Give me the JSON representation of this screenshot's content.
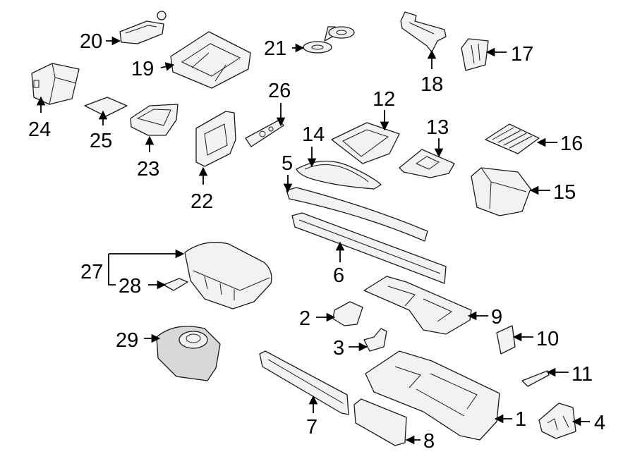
{
  "diagram": {
    "callouts": [
      "1",
      "2",
      "3",
      "4",
      "5",
      "6",
      "7",
      "8",
      "9",
      "10",
      "11",
      "12",
      "13",
      "14",
      "15",
      "16",
      "17",
      "18",
      "19",
      "20",
      "21",
      "22",
      "23",
      "24",
      "25",
      "26",
      "27",
      "28",
      "29"
    ],
    "colors": {
      "line": "#000000",
      "fill": "#f2f2f2",
      "background": "#ffffff"
    }
  }
}
